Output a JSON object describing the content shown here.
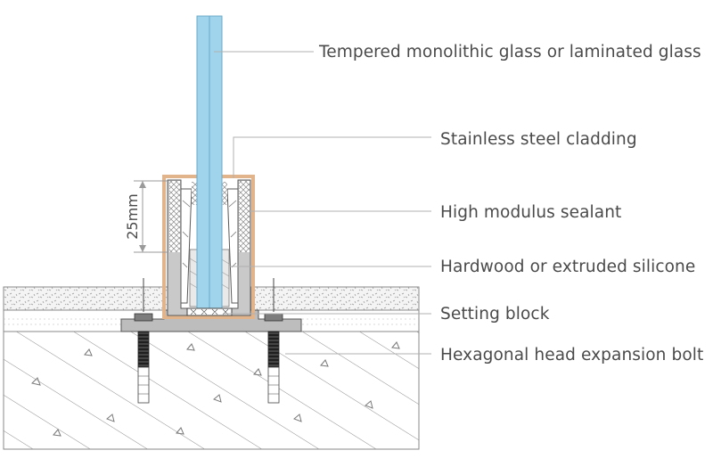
{
  "labels": {
    "glass": "Tempered monolithic glass or laminated glass",
    "cladding": "Stainless steel cladding",
    "sealant": "High modulus sealant",
    "hardwood": "Hardwood or extruded silicone",
    "setting_block": "Setting block",
    "bolt": "Hexagonal head expansion bolt"
  },
  "dimension": {
    "depth": "25mm"
  },
  "colors": {
    "glass": "#9fd4ec",
    "cladding": "#e2b48c",
    "channel": "#c9c9c9",
    "concrete_line": "#8a8a8a",
    "leader": "#b0b0b0",
    "text": "#4a4a4a"
  }
}
